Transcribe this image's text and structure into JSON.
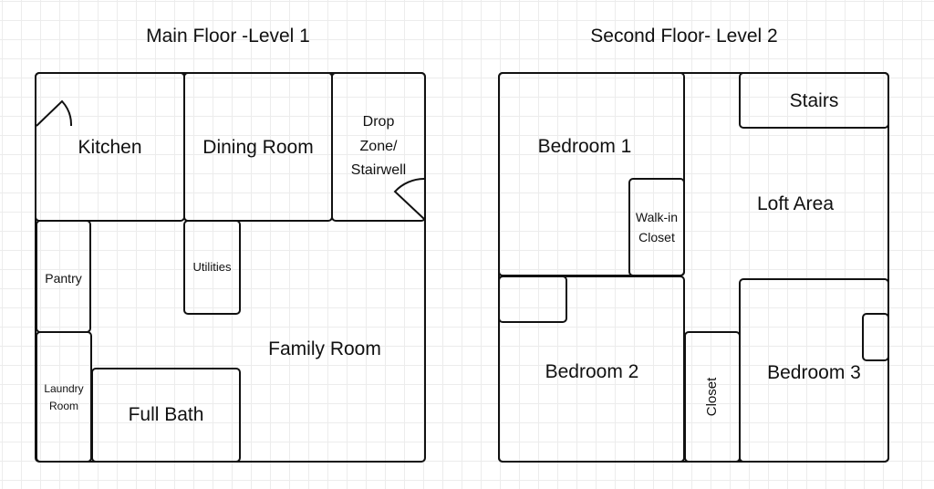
{
  "main_floor": {
    "title": "Main Floor -Level 1",
    "rooms": {
      "kitchen": "Kitchen",
      "dining_room": "Dining Room",
      "drop_zone_line1": "Drop",
      "drop_zone_line2": "Zone/",
      "drop_zone_line3": "Stairwell",
      "pantry": "Pantry",
      "utilities": "Utilities",
      "family_room": "Family Room",
      "laundry_line1": "Laundry",
      "laundry_line2": "Room",
      "full_bath": "Full Bath"
    }
  },
  "second_floor": {
    "title": "Second Floor- Level 2",
    "rooms": {
      "bedroom_1": "Bedroom 1",
      "walk_in_line1": "Walk-in",
      "walk_in_line2": "Closet",
      "stairs": "Stairs",
      "loft_area": "Loft Area",
      "bedroom_2": "Bedroom 2",
      "closet": "Closet",
      "bedroom_3": "Bedroom 3"
    }
  },
  "colors": {
    "line": "#111111",
    "grid": "#ececec",
    "background": "#ffffff"
  }
}
